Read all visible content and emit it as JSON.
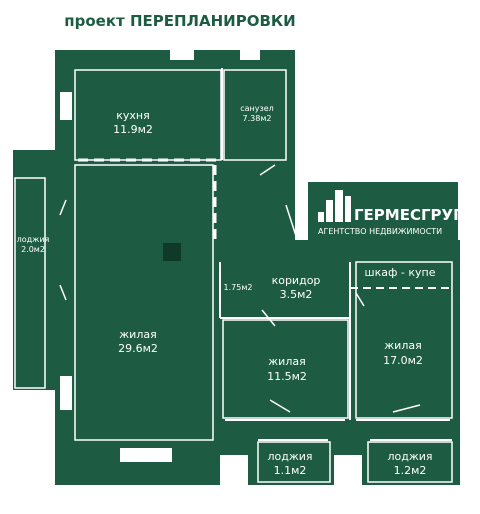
{
  "title": "проект ПЕРЕПЛАНИРОВКИ",
  "rooms": [
    {
      "name": "кухня",
      "area": "11.9м2"
    },
    {
      "name": "санузел",
      "area": "7.38м2"
    },
    {
      "name": "лоджия",
      "area": "2.0м2"
    },
    {
      "name": "жилая",
      "area": "29.6м2"
    },
    {
      "name": "коридор",
      "area": "3.5м2"
    },
    {
      "name": "",
      "area": "1.75м2"
    },
    {
      "name": "шкаф - купе",
      "area": ""
    },
    {
      "name": "жилая",
      "area": "11.5м2"
    },
    {
      "name": "жилая",
      "area": "17.0м2"
    },
    {
      "name": "лоджия",
      "area": "1.1м2"
    },
    {
      "name": "лоджия",
      "area": "1.2м2"
    }
  ],
  "brand": {
    "name": "ГЕРМЕСГРУПП",
    "tagline": "АГЕНТСТВО НЕДВИЖИМОСТИ"
  },
  "colors": {
    "wall": "#1d5c43",
    "fill": "#1d5c43",
    "background": "#ffffff"
  }
}
